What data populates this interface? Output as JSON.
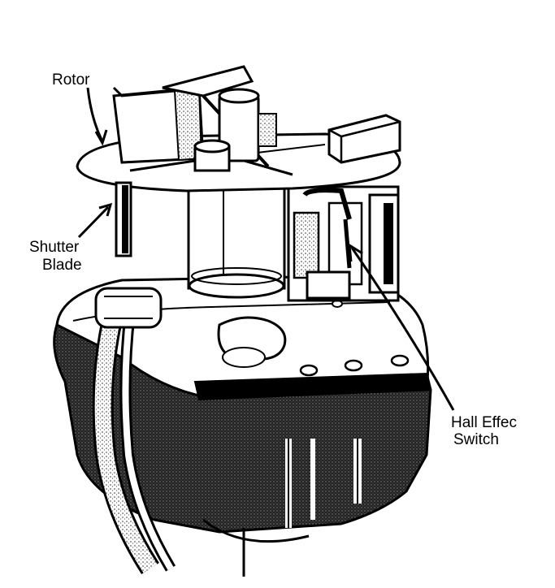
{
  "labels": {
    "rotor": "Rotor",
    "shutter_line1": "Shutter",
    "shutter_line2": "Blade",
    "hall_line1": "Hall Effec",
    "hall_line2": "Switch"
  },
  "colors": {
    "ink": "#000000",
    "paper": "#ffffff",
    "shade": "#1a1a1a",
    "mid": "#6e6e6e"
  }
}
